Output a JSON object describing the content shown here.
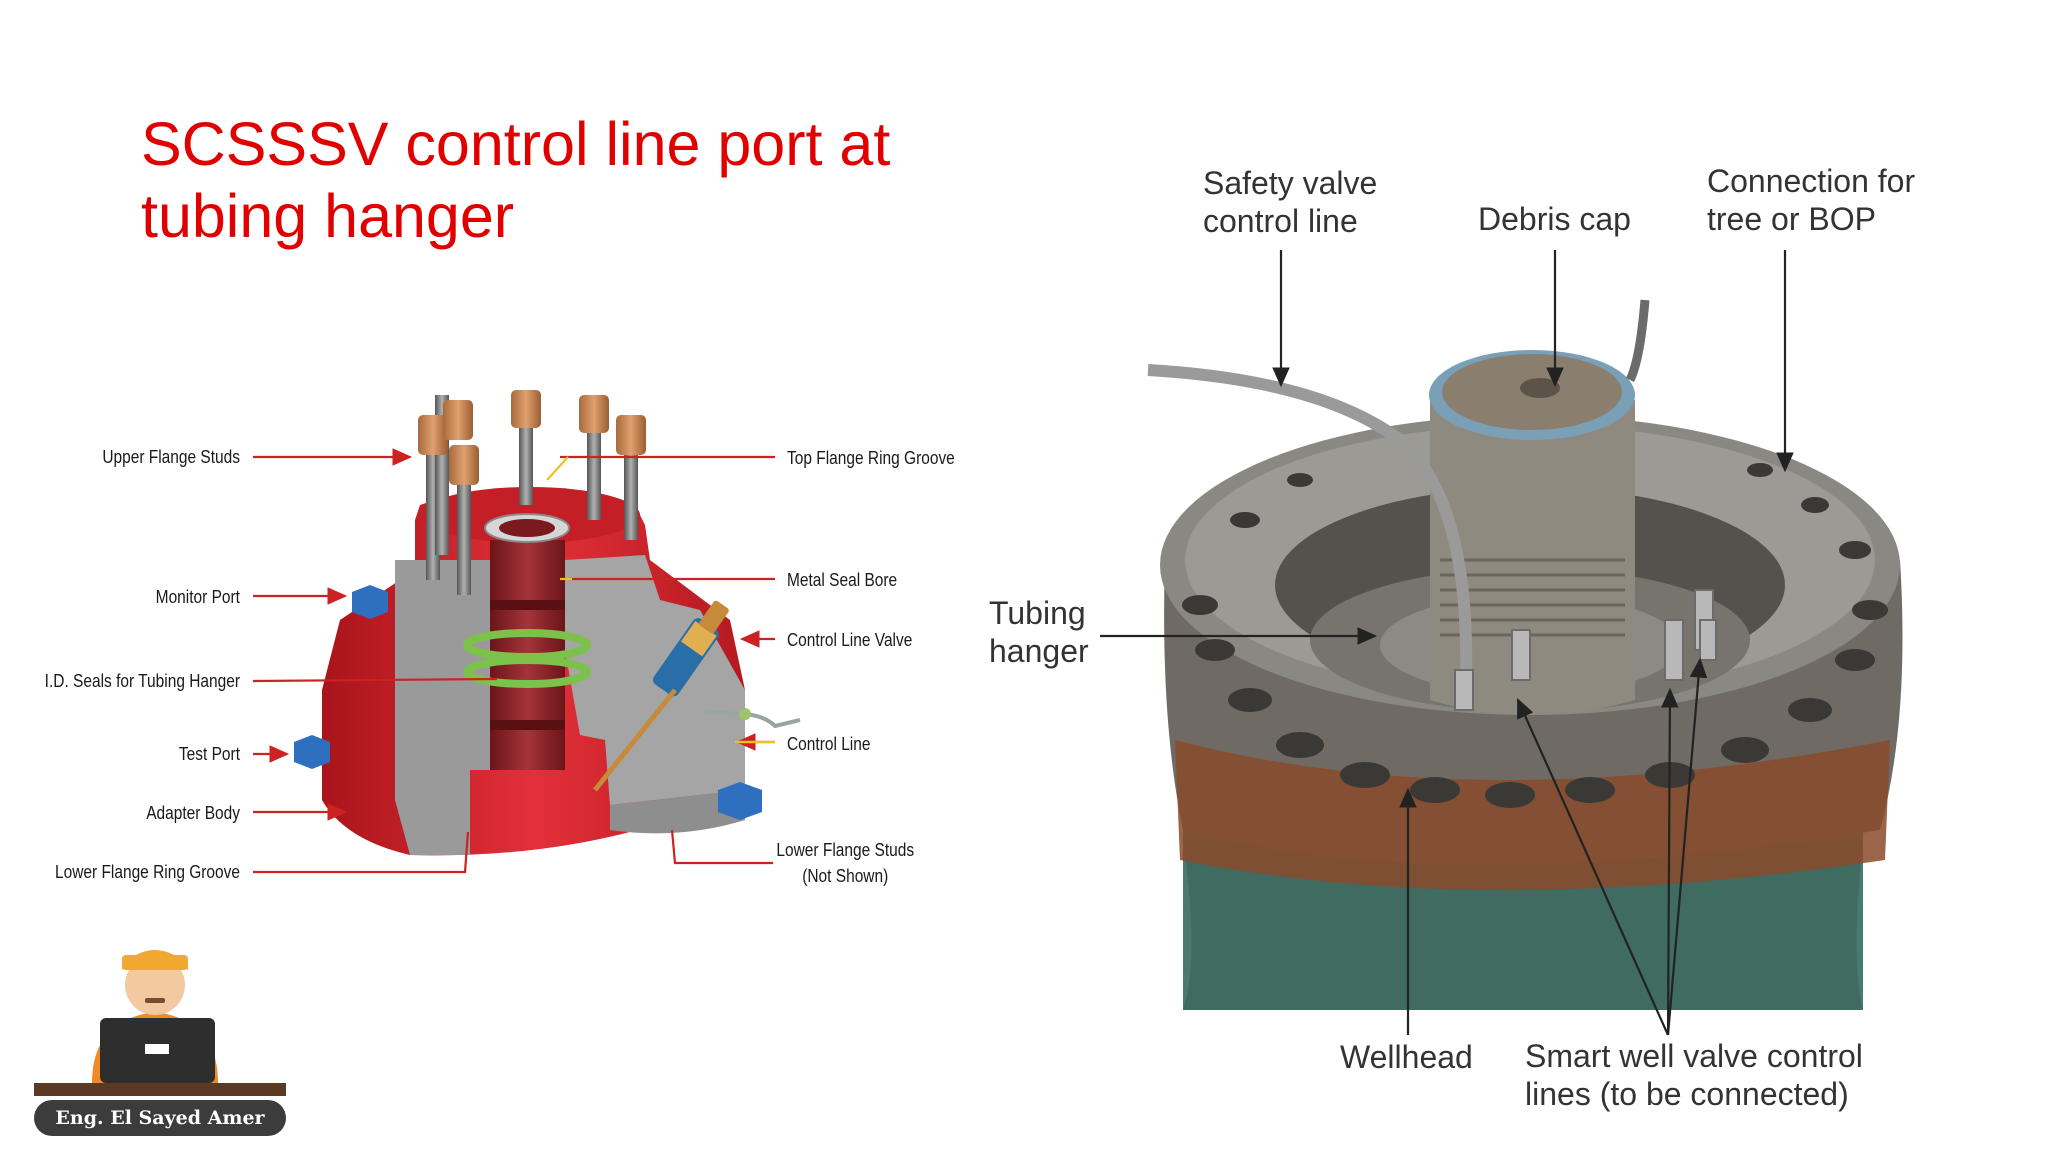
{
  "slide": {
    "title_line1": "SCSSSV control line port at",
    "title_line2": "tubing hanger"
  },
  "diagram_labels": {
    "upper_flange_studs": "Upper Flange Studs",
    "monitor_port": "Monitor Port",
    "id_seals": "I.D. Seals for Tubing Hanger",
    "test_port": "Test Port",
    "adapter_body": "Adapter Body",
    "lower_flange_ring_groove": "Lower Flange Ring Groove",
    "top_flange_ring_groove": "Top Flange Ring Groove",
    "metal_seal_bore": "Metal Seal Bore",
    "control_line_valve": "Control Line Valve",
    "control_line": "Control Line",
    "lower_flange_studs_1": "Lower Flange Studs",
    "lower_flange_studs_2": "(Not Shown)"
  },
  "photo_labels": {
    "safety_valve_1": "Safety valve",
    "safety_valve_2": "control line",
    "debris_cap": "Debris cap",
    "connection_1": "Connection for",
    "connection_2": "tree or BOP",
    "tubing_hanger_1": "Tubing",
    "tubing_hanger_2": "hanger",
    "wellhead": "Wellhead",
    "smart_well_1": "Smart well valve control",
    "smart_well_2": "lines (to be connected)"
  },
  "author": {
    "name": "Eng. El Sayed Amer"
  },
  "colors": {
    "title": "#e00000",
    "adapter_red": "#d9252b",
    "cut_gray": "#9a9a9a",
    "arrow_red": "#cc2222",
    "rust": "#8a4a2a",
    "badge": "#3c3c3c"
  }
}
